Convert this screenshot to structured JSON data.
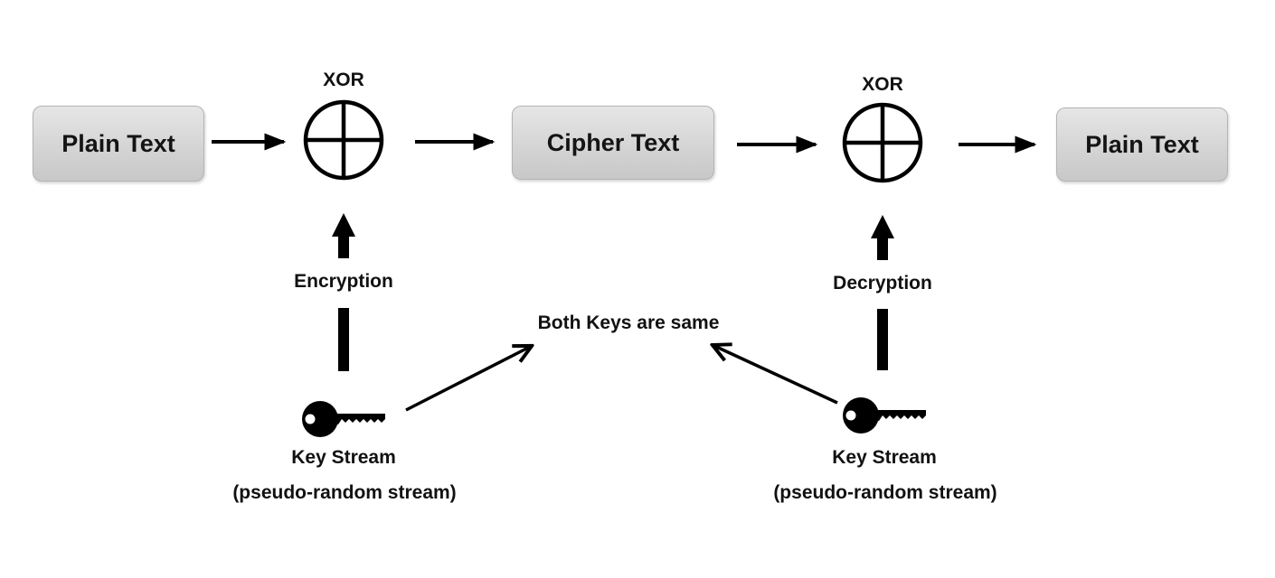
{
  "boxes": {
    "plain_text_left": "Plain Text",
    "cipher_text": "Cipher Text",
    "plain_text_right": "Plain Text"
  },
  "xor": {
    "left_label": "XOR",
    "right_label": "XOR"
  },
  "labels": {
    "encryption": "Encryption",
    "decryption": "Decryption",
    "both_keys": "Both Keys are same"
  },
  "key_streams": {
    "left": {
      "title": "Key Stream",
      "subtitle": "(pseudo-random stream)"
    },
    "right": {
      "title": "Key Stream",
      "subtitle": "(pseudo-random stream)"
    }
  },
  "icons": {
    "xor": "circled-plus-icon",
    "key": "key-icon"
  },
  "colors": {
    "box_fill": "#d6d6d6",
    "box_border": "#b4b4b4",
    "line": "#000000"
  }
}
